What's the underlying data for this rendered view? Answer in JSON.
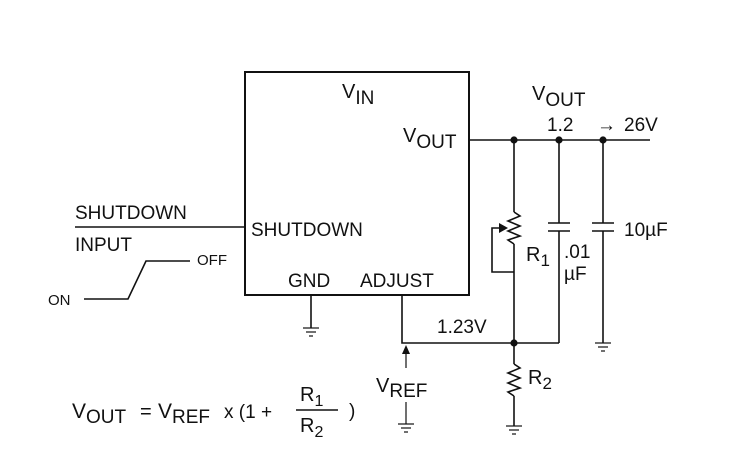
{
  "chip": {
    "vin": {
      "main": "V",
      "sub": "IN"
    },
    "vout": {
      "main": "V",
      "sub": "OUT"
    },
    "shutdown": "SHUTDOWN",
    "gnd": "GND",
    "adjust": "ADJUST"
  },
  "output": {
    "label": {
      "main": "V",
      "sub": "OUT"
    },
    "range_low": "1.2",
    "arrow": "→",
    "range_high": "26V"
  },
  "shutdown_input": {
    "line1": "SHUTDOWN",
    "line2": "INPUT",
    "off": "OFF",
    "on": "ON"
  },
  "components": {
    "r1": {
      "main": "R",
      "sub": "1"
    },
    "r2": {
      "main": "R",
      "sub": "2"
    },
    "c1_line1": ".01",
    "c1_line2": "µF",
    "c2": "10µF"
  },
  "adjust_voltage": "1.23V",
  "vref": {
    "main": "V",
    "sub": "REF"
  },
  "formula": {
    "lhs_main": "V",
    "lhs_sub": "OUT",
    "equals": "=",
    "vref_main": "V",
    "vref_sub": "REF",
    "times": "x (1 +",
    "num_main": "R",
    "num_sub": "1",
    "den_main": "R",
    "den_sub": "2",
    "close": ")"
  }
}
